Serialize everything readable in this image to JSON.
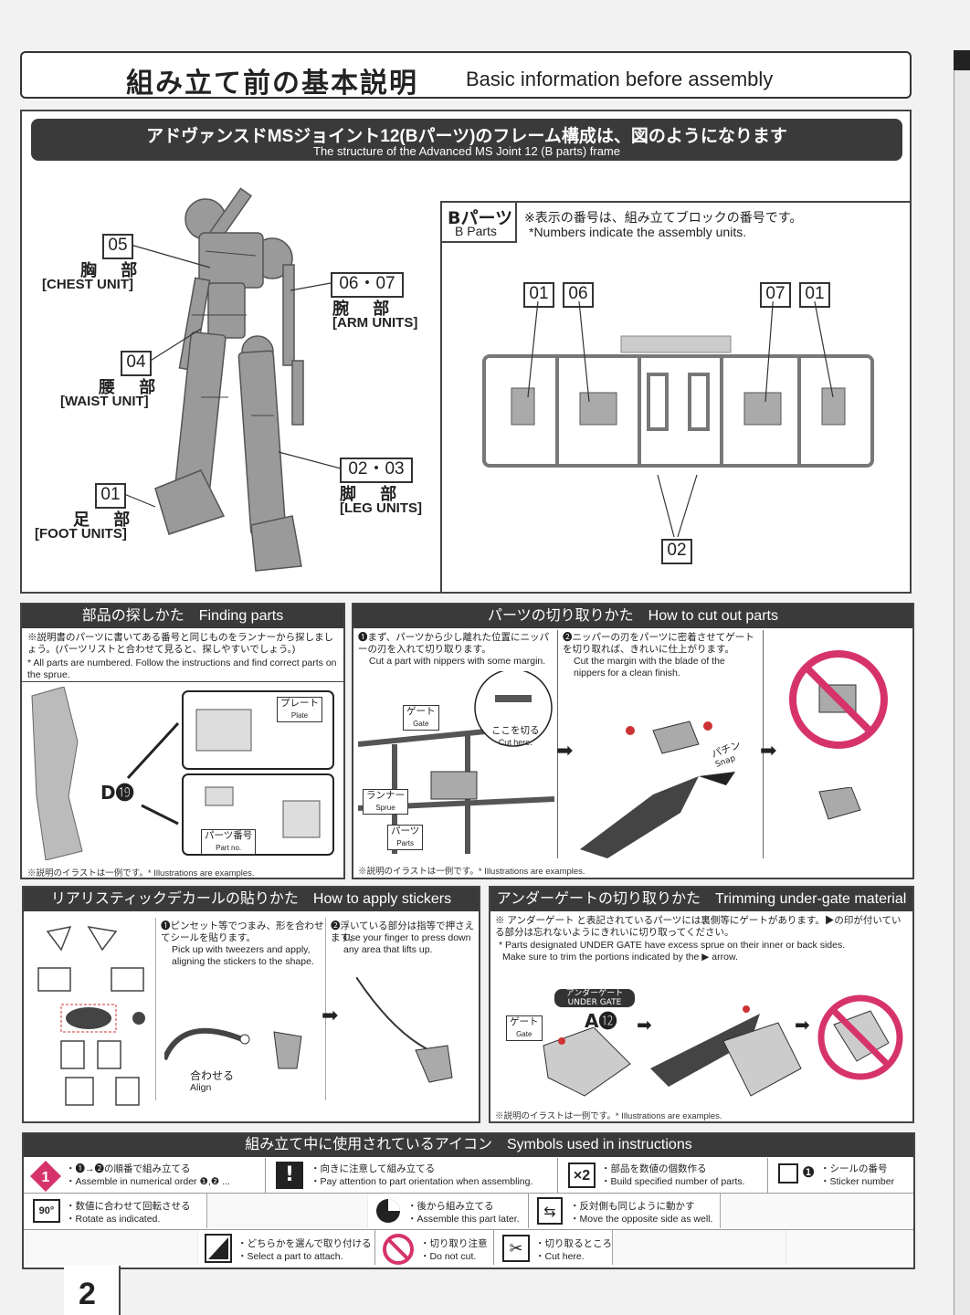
{
  "header": {
    "title_jp": "組み立て前の基本説明",
    "title_en": "Basic information before assembly"
  },
  "frame": {
    "title_jp": "アドヴァンスドMSジョイント12(Bパーツ)のフレーム構成は、図のようになります",
    "title_en": "The structure of the Advanced MS Joint 12 (B parts) frame",
    "units": [
      {
        "nums": "05",
        "jp": "胸 部",
        "en": "[CHEST UNIT]"
      },
      {
        "nums": "06・07",
        "jp": "腕 部",
        "en": "[ARM UNITS]"
      },
      {
        "nums": "04",
        "jp": "腰 部",
        "en": "[WAIST UNIT]"
      },
      {
        "nums": "02・03",
        "jp": "脚 部",
        "en": "[LEG UNITS]"
      },
      {
        "nums": "01",
        "jp": "足 部",
        "en": "[FOOT UNITS]"
      }
    ],
    "bparts": {
      "title_jp": "Bパーツ",
      "title_en": "B Parts",
      "note_jp": "※表示の番号は、組み立てブロックの番号です。",
      "note_en": "*Numbers indicate the assembly units.",
      "callouts": [
        "01",
        "06",
        "07",
        "01",
        "02"
      ]
    }
  },
  "finding": {
    "title": "部品の探しかた　Finding parts",
    "text_jp": "※説明書のパーツに書いてある番号と同じものをランナーから探しましょう。(パーツリストと合わせて見ると、探しやすいでしょう。)",
    "text_en": "* All parts are numbered. Follow the instructions and find correct parts on the sprue.",
    "plate_jp": "プレート",
    "plate_en": "Plate",
    "partno_jp": "パーツ番号",
    "partno_en": "Part no.",
    "example": "D⓳",
    "footnote": "※説明のイラストは一例です。* Illustrations are examples."
  },
  "cutting": {
    "title": "パーツの切り取りかた　How to cut out parts",
    "step1_jp": "❶まず、パーツから少し離れた位置にニッパーの刃を入れて切り取ります。",
    "step1_en": "Cut a part with nippers with some margin.",
    "step2_jp": "❷ニッパーの刃をパーツに密着させてゲートを切り取れば、きれいに仕上がります。",
    "step2_en": "Cut the margin with the blade of the nippers for a clean finish.",
    "gate_jp": "ゲート",
    "gate_en": "Gate",
    "runner_jp": "ランナー",
    "runner_en": "Sprue",
    "parts_jp": "パーツ",
    "parts_en": "Parts",
    "cut_jp": "ここを切る",
    "cut_en": "Cut here.",
    "snap_jp": "パチン",
    "snap_en": "Snap",
    "footnote": "※説明のイラストは一例です。* Illustrations are examples."
  },
  "stickers": {
    "title": "リアリスティックデカールの貼りかた　How to apply stickers",
    "step1_jp": "❶ピンセット等でつまみ、形を合わせてシールを貼ります。",
    "step1_en": "Pick up with tweezers and apply, aligning the stickers to the shape.",
    "step2_jp": "❷浮いている部分は指等で押さえます。",
    "step2_en": "Use your finger to press down any area that lifts up.",
    "align_jp": "合わせる",
    "align_en": "Align"
  },
  "undergate": {
    "title": "アンダーゲートの切り取りかた　Trimming under-gate material",
    "text_jp": "※ アンダーゲート と表記されているパーツには裏側等にゲートがあります。▶の印が付いている部分は忘れないようにきれいに切り取ってください。",
    "text_en1": "* Parts designated UNDER GATE have excess sprue on their inner or back sides.",
    "text_en2": "Make sure to trim the portions indicated by the ▶ arrow.",
    "badge_jp": "アンダーゲート",
    "badge_en": "UNDER GATE",
    "part": "A⓬",
    "gate_jp": "ゲート",
    "gate_en": "Gate",
    "footnote": "※説明のイラストは一例です。* Illustrations are examples."
  },
  "symbols": {
    "title": "組み立て中に使用されているアイコン　Symbols used in instructions",
    "items": [
      {
        "jp": "・❶→❷の順番で組み立てる",
        "en": "・Assemble in numerical order ❶,❷ ..."
      },
      {
        "jp": "・向きに注意して組み立てる",
        "en": "・Pay attention to part orientation when assembling."
      },
      {
        "jp": "・部品を数値の個数作る",
        "en": "・Build specified number of parts."
      },
      {
        "jp": "・シールの番号",
        "en": "・Sticker number"
      },
      {
        "jp": "・数値に合わせて回転させる",
        "en": "・Rotate as indicated."
      },
      {
        "jp": "・後から組み立てる",
        "en": "・Assemble this part later."
      },
      {
        "jp": "・反対側も同じように動かす",
        "en": "・Move the opposite side as well."
      },
      {
        "jp": "・どちらかを選んで取り付ける",
        "en": "・Select a part to attach."
      },
      {
        "jp": "・切り取り注意",
        "en": "・Do not cut."
      },
      {
        "jp": "・切り取るところ",
        "en": "・Cut here."
      }
    ],
    "x2": "×2",
    "sticker_num": "❶",
    "rotate": "90°"
  },
  "page": {
    "number": "2"
  }
}
